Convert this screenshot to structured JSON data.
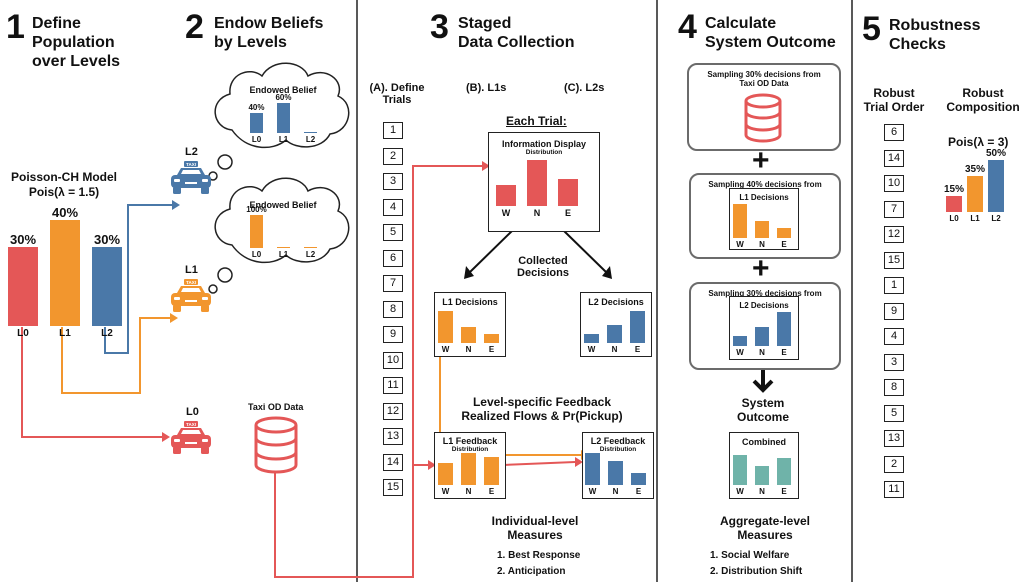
{
  "colors": {
    "l0": "#E45757",
    "l1": "#F2962E",
    "l2": "#4A78A8",
    "combined": "#6FB3A9",
    "line": "#222222"
  },
  "icons": [
    "taxi-icon",
    "cloud-icon",
    "database-icon",
    "arrow-icon",
    "plus-icon"
  ],
  "s1": {
    "num": "1",
    "title": "Define\nPopulation\nover Levels",
    "model": "Poisson-CH Model",
    "pois": "Pois(λ = 1.5)",
    "bars": [
      {
        "label": "L0",
        "value": 30,
        "text": "30%"
      },
      {
        "label": "L1",
        "value": 40,
        "text": "40%"
      },
      {
        "label": "L2",
        "value": 30,
        "text": "30%"
      }
    ]
  },
  "s2": {
    "num": "2",
    "title": "Endow Beliefs\nby Levels",
    "taxi_sign": "TAXI",
    "l2": {
      "label": "L2",
      "belief_title": "Endowed Belief",
      "bars": [
        {
          "label": "L0",
          "value": 40,
          "text": "40%"
        },
        {
          "label": "L1",
          "value": 60,
          "text": "60%"
        },
        {
          "label": "L2",
          "value": 0,
          "text": ""
        }
      ]
    },
    "l1": {
      "label": "L1",
      "belief_title": "Endowed Belief",
      "bars": [
        {
          "label": "L0",
          "value": 100,
          "text": "100%"
        },
        {
          "label": "L1",
          "value": 0,
          "text": ""
        },
        {
          "label": "L2",
          "value": 0,
          "text": ""
        }
      ]
    },
    "l0": {
      "label": "L0"
    },
    "db_label": "Taxi OD Data"
  },
  "s3": {
    "num": "3",
    "title": "Staged\nData Collection",
    "col_a": "(A). Define\nTrials",
    "col_b": "(B). L1s",
    "col_c": "(C). L2s",
    "trials": [
      "1",
      "2",
      "3",
      "4",
      "5",
      "6",
      "7",
      "8",
      "9",
      "10",
      "11",
      "12",
      "13",
      "14",
      "15"
    ],
    "each_trial": "Each Trial:",
    "info_title": "Information Display",
    "info_sub": "Distribution",
    "info_bars": [
      {
        "label": "W",
        "value": 45
      },
      {
        "label": "N",
        "value": 100
      },
      {
        "label": "E",
        "value": 58
      }
    ],
    "collected": "Collected\nDecisions",
    "l1_dec": {
      "title": "L1 Decisions",
      "bars": [
        {
          "label": "W",
          "value": 100
        },
        {
          "label": "N",
          "value": 50
        },
        {
          "label": "E",
          "value": 28
        }
      ]
    },
    "l2_dec": {
      "title": "L2 Decisions",
      "bars": [
        {
          "label": "W",
          "value": 28
        },
        {
          "label": "N",
          "value": 55
        },
        {
          "label": "E",
          "value": 100
        }
      ]
    },
    "feedback": "Level-specific Feedback\nRealized Flows & Pr(Pickup)",
    "l1_fb": {
      "title": "L1 Feedback",
      "sub": "Distribution",
      "bars": [
        {
          "label": "W",
          "value": 70
        },
        {
          "label": "N",
          "value": 100
        },
        {
          "label": "E",
          "value": 88
        }
      ]
    },
    "l2_fb": {
      "title": "L2 Feedback",
      "sub": "Distribution",
      "bars": [
        {
          "label": "W",
          "value": 100
        },
        {
          "label": "N",
          "value": 76
        },
        {
          "label": "E",
          "value": 38
        }
      ]
    },
    "measures": "Individual-level\nMeasures",
    "m1": "1.  Best Response",
    "m2": "2.  Anticipation"
  },
  "s4": {
    "num": "4",
    "title": "Calculate\nSystem Outcome",
    "box1": "Sampling 30% decisions from\nTaxi OD Data",
    "box2": "Sampling 40% decisions from",
    "box2_inner": "L1 Decisions",
    "box2_bars": [
      {
        "label": "W",
        "value": 100
      },
      {
        "label": "N",
        "value": 50
      },
      {
        "label": "E",
        "value": 28
      }
    ],
    "box3": "Sampling 30% decisions from",
    "box3_inner": "L2 Decisions",
    "box3_bars": [
      {
        "label": "W",
        "value": 28
      },
      {
        "label": "N",
        "value": 55
      },
      {
        "label": "E",
        "value": 100
      }
    ],
    "outcome": "System\nOutcome",
    "combined": "Combined",
    "combined_bars": [
      {
        "label": "W",
        "value": 100
      },
      {
        "label": "N",
        "value": 62
      },
      {
        "label": "E",
        "value": 90
      }
    ],
    "measures": "Aggregate-level\nMeasures",
    "m1": "1.  Social Welfare",
    "m2": "2.  Distribution Shift"
  },
  "s5": {
    "num": "5",
    "title": "Robustness\nChecks",
    "col1": "Robust\nTrial Order",
    "col2": "Robust\nComposition",
    "order": [
      "6",
      "14",
      "10",
      "7",
      "12",
      "15",
      "1",
      "9",
      "4",
      "3",
      "8",
      "5",
      "13",
      "2",
      "11"
    ],
    "pois": "Pois(λ = 3)",
    "bars": [
      {
        "label": "L0",
        "value": 15,
        "text": "15%"
      },
      {
        "label": "L1",
        "value": 35,
        "text": "35%"
      },
      {
        "label": "L2",
        "value": 50,
        "text": "50%"
      }
    ]
  }
}
